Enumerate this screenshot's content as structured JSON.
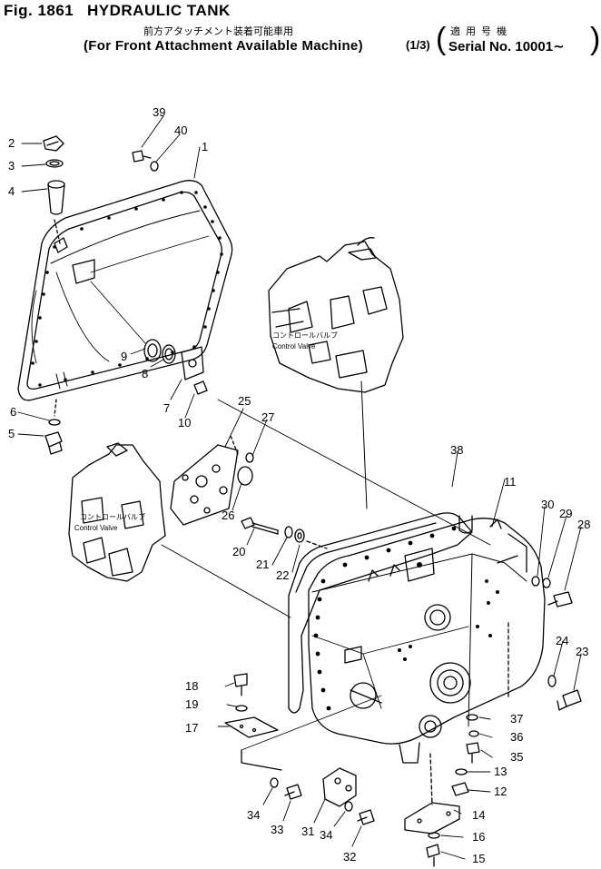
{
  "header": {
    "fig_no": "Fig. 1861",
    "title": "HYDRAULIC TANK",
    "jp_note": "前方アタッチメント装着可能車用",
    "en_note": "(For Front Attachment Available Machine)",
    "sheet": "(1/3)",
    "serial_jp": "適用号機",
    "serial_no": "Serial No. 10001∼"
  },
  "valves": [
    {
      "jp": "コントロールバルブ",
      "en": "Control Valve"
    },
    {
      "jp": "コントロールバルブ",
      "en": "Control Valve"
    }
  ],
  "callouts": [
    {
      "id": "c1",
      "text": "1"
    },
    {
      "id": "c2",
      "text": "2"
    },
    {
      "id": "c3",
      "text": "3"
    },
    {
      "id": "c4",
      "text": "4"
    },
    {
      "id": "c5",
      "text": "5"
    },
    {
      "id": "c6",
      "text": "6"
    },
    {
      "id": "c7",
      "text": "7"
    },
    {
      "id": "c8",
      "text": "8"
    },
    {
      "id": "c9",
      "text": "9"
    },
    {
      "id": "c10",
      "text": "10"
    },
    {
      "id": "c11",
      "text": "11"
    },
    {
      "id": "c12",
      "text": "12"
    },
    {
      "id": "c13",
      "text": "13"
    },
    {
      "id": "c14",
      "text": "14"
    },
    {
      "id": "c15",
      "text": "15"
    },
    {
      "id": "c16",
      "text": "16"
    },
    {
      "id": "c17",
      "text": "17"
    },
    {
      "id": "c18",
      "text": "18"
    },
    {
      "id": "c19",
      "text": "19"
    },
    {
      "id": "c20",
      "text": "20"
    },
    {
      "id": "c21",
      "text": "21"
    },
    {
      "id": "c22",
      "text": "22"
    },
    {
      "id": "c23",
      "text": "23"
    },
    {
      "id": "c24",
      "text": "24"
    },
    {
      "id": "c25",
      "text": "25"
    },
    {
      "id": "c26",
      "text": "26"
    },
    {
      "id": "c27",
      "text": "27"
    },
    {
      "id": "c28",
      "text": "28"
    },
    {
      "id": "c29",
      "text": "29"
    },
    {
      "id": "c30",
      "text": "30"
    },
    {
      "id": "c31",
      "text": "31"
    },
    {
      "id": "c32",
      "text": "32"
    },
    {
      "id": "c33",
      "text": "33"
    },
    {
      "id": "c34a",
      "text": "34"
    },
    {
      "id": "c34b",
      "text": "34"
    },
    {
      "id": "c35",
      "text": "35"
    },
    {
      "id": "c36",
      "text": "36"
    },
    {
      "id": "c37",
      "text": "37"
    },
    {
      "id": "c38",
      "text": "38"
    },
    {
      "id": "c39",
      "text": "39"
    },
    {
      "id": "c40",
      "text": "40"
    }
  ]
}
